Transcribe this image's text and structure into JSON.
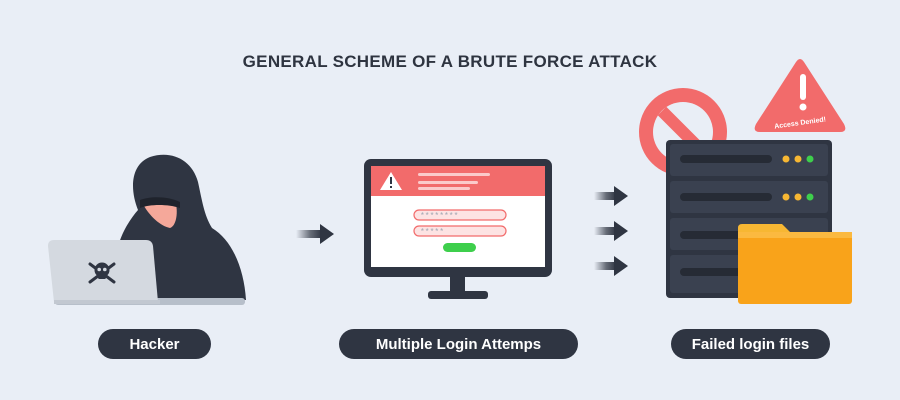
{
  "diagram": {
    "title": "GENERAL SCHEME OF A BRUTE FORCE ATTACK",
    "steps": [
      {
        "label": "Hacker"
      },
      {
        "label": "Multiple Login Attemps"
      },
      {
        "label": "Failed login files"
      }
    ],
    "login_form": {
      "password_mask_1": "********",
      "password_mask_2": "*****"
    },
    "access_badge": "Access Denied!",
    "colors": {
      "background": "#e9eef6",
      "dark": "#2f3542",
      "alert_red": "#f26b6b",
      "folder_orange": "#f9a31a",
      "success_green": "#3ecf4c"
    }
  }
}
